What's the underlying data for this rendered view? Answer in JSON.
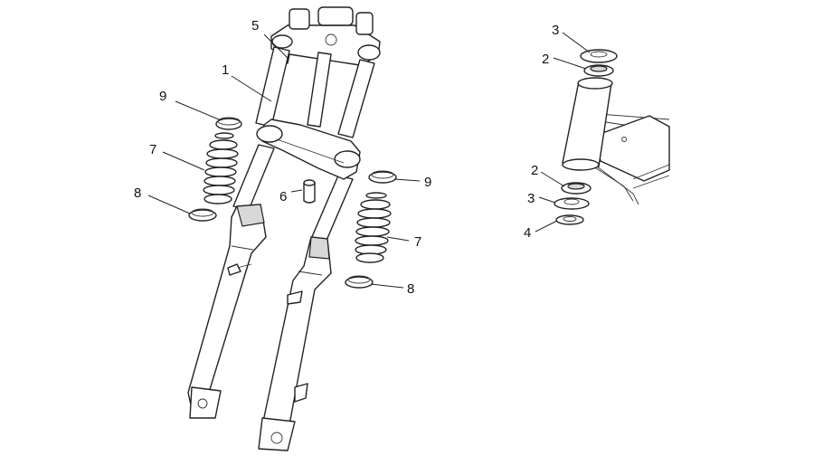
{
  "callouts": {
    "c1": "1",
    "c2a": "2",
    "c2b": "2",
    "c3a": "3",
    "c3b": "3",
    "c4": "4",
    "c5": "5",
    "c6": "6",
    "c7a": "7",
    "c7b": "7",
    "c8a": "8",
    "c8b": "8",
    "c9a": "9",
    "c9b": "9"
  }
}
